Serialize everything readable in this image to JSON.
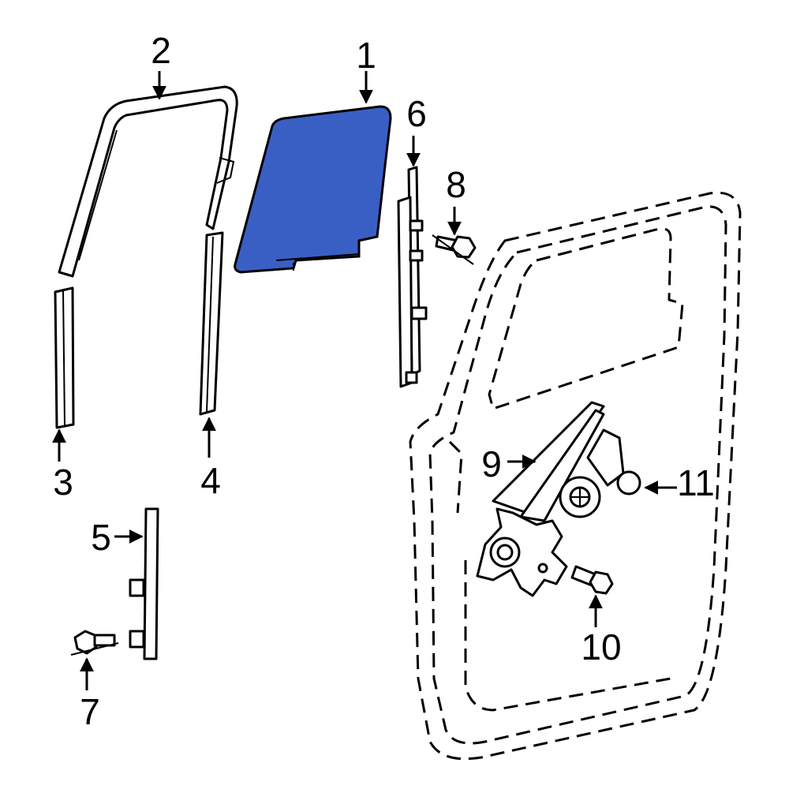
{
  "diagram": {
    "highlight_color": "#3a5fc4",
    "callouts": {
      "c1": "1",
      "c2": "2",
      "c3": "3",
      "c4": "4",
      "c5": "5",
      "c6": "6",
      "c7": "7",
      "c8": "8",
      "c9": "9",
      "c10": "10",
      "c11": "11"
    }
  }
}
